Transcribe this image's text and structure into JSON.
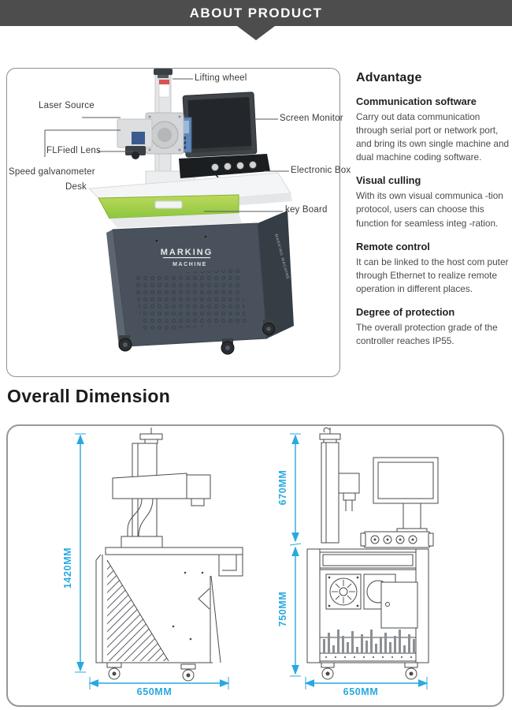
{
  "banner": {
    "title": "ABOUT PRODUCT"
  },
  "product_photo": {
    "callouts": {
      "lifting_wheel": "Lifting wheel",
      "laser_source": "Laser Source",
      "screen_monitor": "Screen Monitor",
      "field_lens": "FLFiedl Lens",
      "speed_galvanometer": "Speed galvanometer",
      "desk": "Desk",
      "electronic_box": "Electronic Box",
      "keyboard": "key Board"
    },
    "cabinet_text_line1": "MARKING",
    "cabinet_text_line2": "MACHINE",
    "cabinet_side_text": "MARKING MACHINE"
  },
  "advantage": {
    "title": "Advantage",
    "sections": [
      {
        "heading": "Communication software",
        "body": "Carry out data communication through serial port or network port, and bring its own single machine and dual machine coding software."
      },
      {
        "heading": "Visual culling",
        "body": "With its own visual communica -tion protocol, users can choose this function for seamless integ -ration."
      },
      {
        "heading": "Remote control",
        "body": "It can be linked to the host com puter through Ethernet to realize remote operation in different places."
      },
      {
        "heading": "Degree of protection",
        "body": "The overall protection grade of the controller reaches IP55."
      }
    ]
  },
  "overall_dimension": {
    "title": "Overall Dimension",
    "side_view": {
      "height_label": "1420MM",
      "width_label": "650MM"
    },
    "front_view": {
      "column_height_label": "670MM",
      "cabinet_height_label": "750MM",
      "width_label": "650MM"
    }
  },
  "colors": {
    "banner_gray": "#4d4d4d",
    "dimension_blue": "#29a9e0",
    "drawer_green": "#9dc93b",
    "cabinet_dark": "#49525c"
  }
}
